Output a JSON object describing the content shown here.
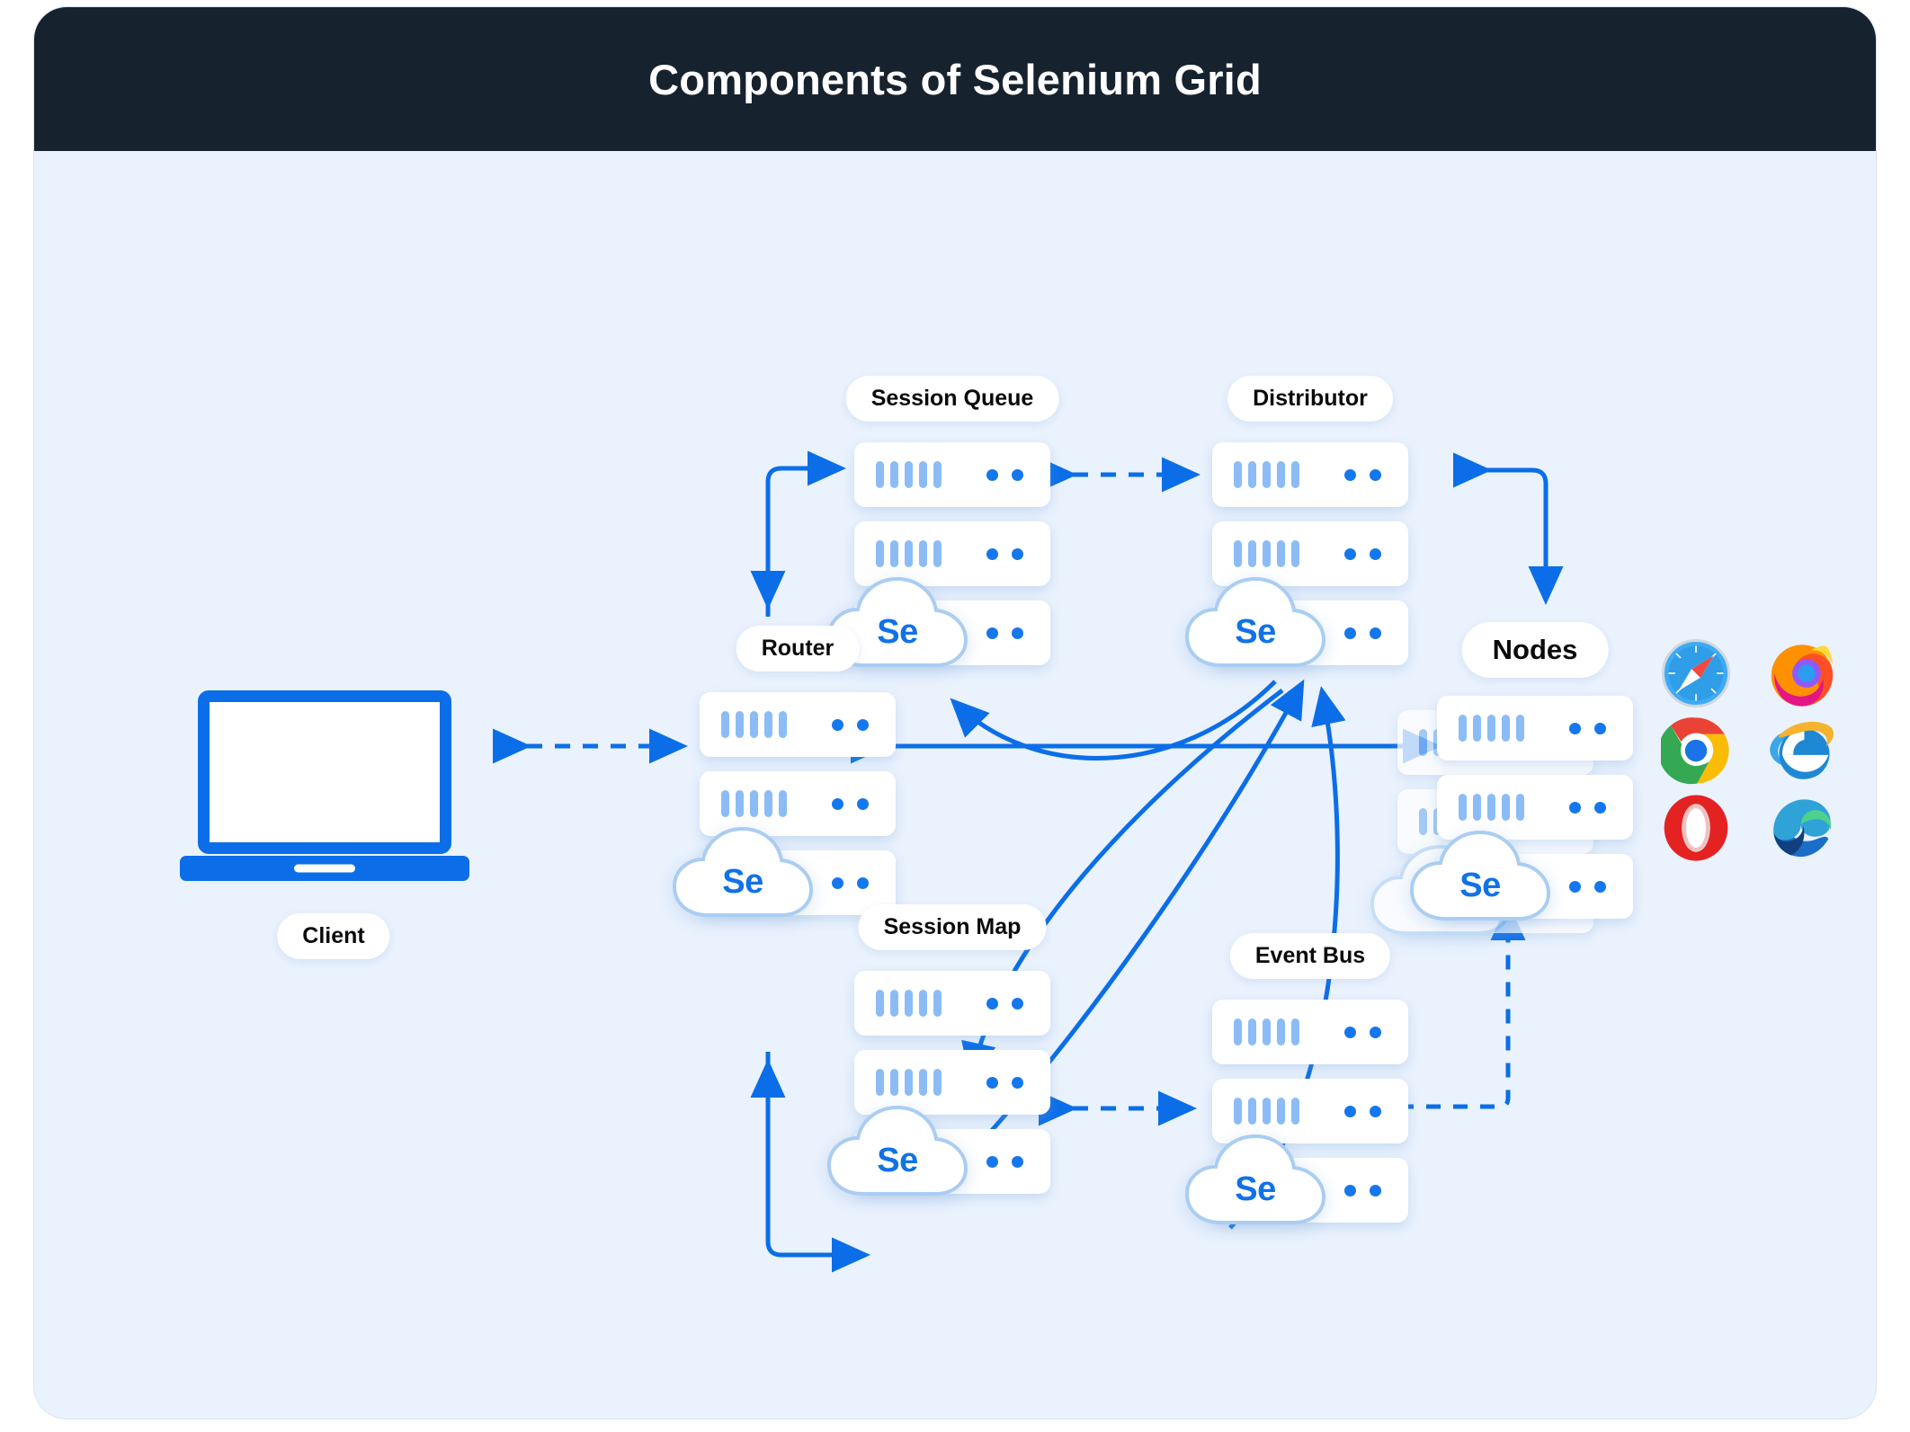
{
  "header": {
    "title": "Components of Selenium Grid"
  },
  "theme": {
    "header_bg": "#17222f",
    "canvas_bg": "#eaf2fd",
    "accent_blue": "#0b6ee8",
    "bar_blue": "#8cbcf5",
    "se_text": "Se"
  },
  "nodes": [
    {
      "id": "session-queue",
      "label": "Session Queue",
      "se": "Se"
    },
    {
      "id": "distributor",
      "label": "Distributor",
      "se": "Se"
    },
    {
      "id": "router",
      "label": "Router",
      "se": "Se"
    },
    {
      "id": "nodes",
      "label": "Nodes",
      "se": "Se"
    },
    {
      "id": "session-map",
      "label": "Session Map",
      "se": "Se"
    },
    {
      "id": "event-bus",
      "label": "Event Bus",
      "se": "Se"
    }
  ],
  "client": {
    "label": "Client",
    "icon": "laptop-icon"
  },
  "browsers": [
    {
      "name": "safari",
      "icon": "safari-icon"
    },
    {
      "name": "firefox",
      "icon": "firefox-icon"
    },
    {
      "name": "chrome",
      "icon": "chrome-icon"
    },
    {
      "name": "internet-explorer",
      "icon": "internet-explorer-icon"
    },
    {
      "name": "opera",
      "icon": "opera-icon"
    },
    {
      "name": "edge",
      "icon": "edge-icon"
    }
  ],
  "connections": [
    {
      "from": "client",
      "to": "router",
      "style": "dashed",
      "direction": "both"
    },
    {
      "from": "router",
      "to": "session-queue",
      "style": "solid",
      "direction": "both"
    },
    {
      "from": "session-queue",
      "to": "distributor",
      "style": "dashed",
      "direction": "both"
    },
    {
      "from": "distributor",
      "to": "nodes",
      "style": "solid",
      "direction": "both"
    },
    {
      "from": "router",
      "to": "nodes",
      "style": "solid",
      "direction": "both"
    },
    {
      "from": "router",
      "to": "session-map",
      "style": "solid",
      "direction": "both"
    },
    {
      "from": "session-map",
      "to": "event-bus",
      "style": "dashed",
      "direction": "both"
    },
    {
      "from": "event-bus",
      "to": "nodes",
      "style": "dashed",
      "direction": "both"
    },
    {
      "from": "distributor",
      "to": "session-queue",
      "style": "curve",
      "direction": "one"
    },
    {
      "from": "distributor",
      "to": "session-map",
      "style": "curve",
      "direction": "one"
    },
    {
      "from": "session-map",
      "to": "distributor",
      "style": "curve",
      "direction": "one"
    },
    {
      "from": "event-bus",
      "to": "distributor",
      "style": "curve",
      "direction": "one"
    }
  ]
}
